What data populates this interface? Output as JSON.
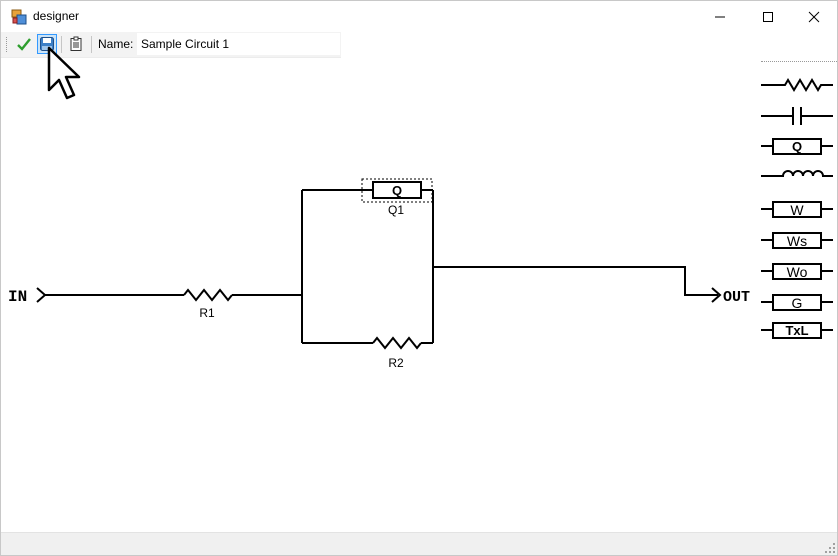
{
  "window": {
    "title": "designer",
    "minimize_icon": "minimize-icon",
    "maximize_icon": "maximize-icon",
    "close_icon": "close-icon"
  },
  "toolbar": {
    "ok_icon": "checkmark-icon",
    "save_icon": "save-icon",
    "clipboard_icon": "clipboard-icon",
    "name_label": "Name:",
    "name_value": "Sample Circuit 1"
  },
  "circuit": {
    "input_label": "IN",
    "output_label": "OUT",
    "components": [
      {
        "label": "R1",
        "type": "resistor"
      },
      {
        "label": "R2",
        "type": "resistor"
      },
      {
        "label": "Q1",
        "type": "Q",
        "symbol": "Q",
        "selected": true
      }
    ]
  },
  "palette": {
    "items": [
      {
        "name": "resistor",
        "label": ""
      },
      {
        "name": "capacitor",
        "label": ""
      },
      {
        "name": "cpe",
        "label": "Q"
      },
      {
        "name": "inductor",
        "label": ""
      },
      {
        "name": "warburg",
        "label": "W"
      },
      {
        "name": "warburg-short",
        "label": "Ws"
      },
      {
        "name": "warburg-open",
        "label": "Wo"
      },
      {
        "name": "gerischer",
        "label": "G"
      },
      {
        "name": "transmission-line",
        "label": "TxL"
      }
    ]
  },
  "colors": {
    "selection_highlight": "#cce4f7",
    "selection_border": "#3399ff",
    "wire": "#000000",
    "ok_green": "#2e9e2e"
  }
}
